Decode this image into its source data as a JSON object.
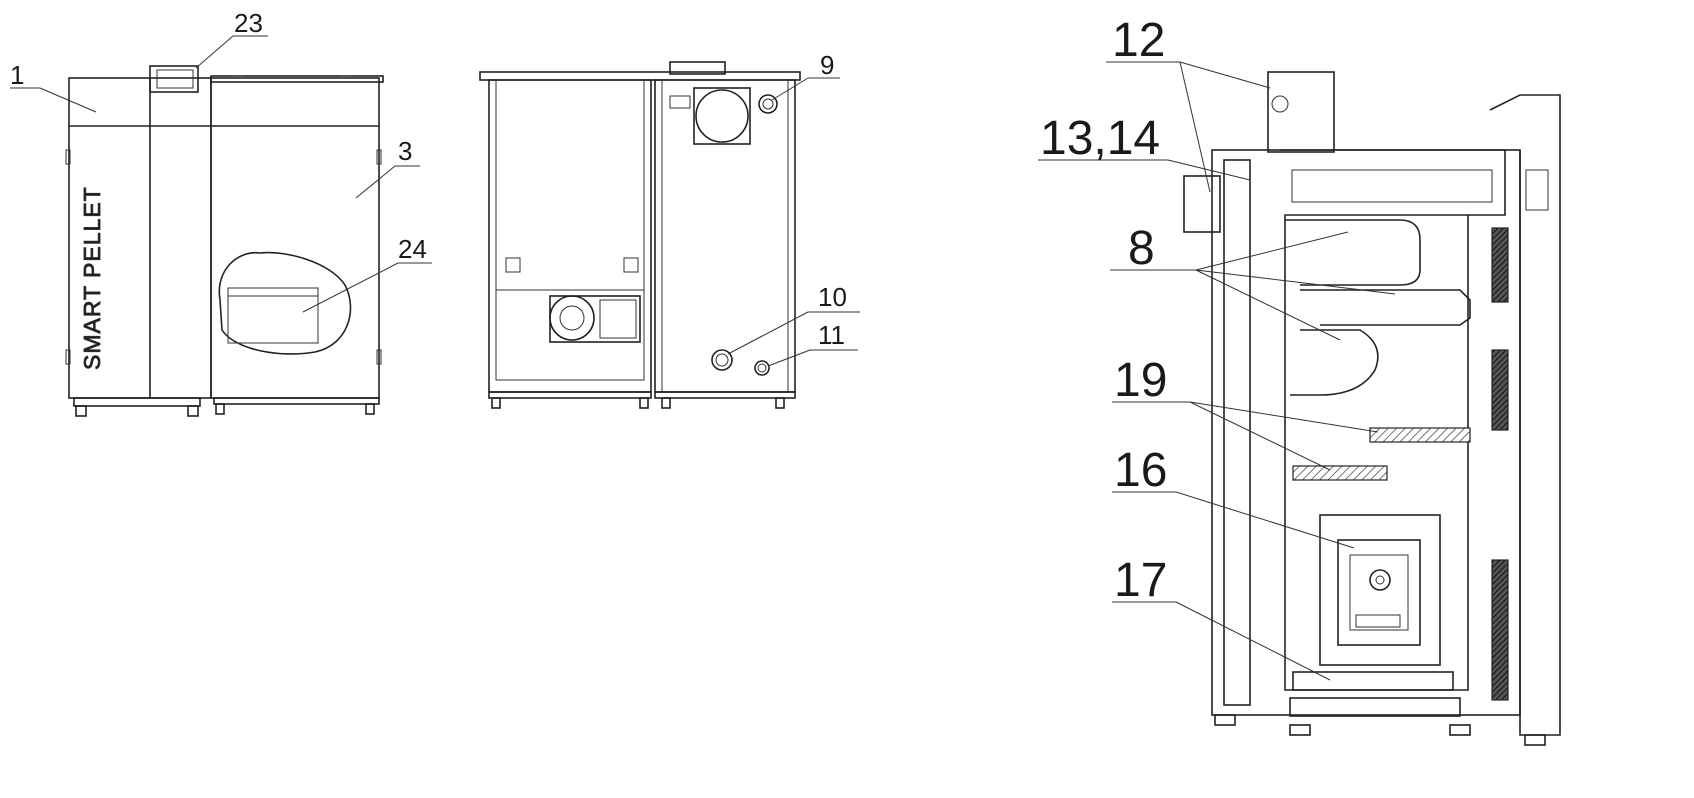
{
  "diagram": {
    "brand_text": "SMART PELLET",
    "callouts": {
      "c1": "1",
      "c3": "3",
      "c23": "23",
      "c24": "24",
      "c9": "9",
      "c10": "10",
      "c11": "11",
      "c12": "12",
      "c13_14": "13,14",
      "c8": "8",
      "c19": "19",
      "c16": "16",
      "c17": "17"
    }
  }
}
